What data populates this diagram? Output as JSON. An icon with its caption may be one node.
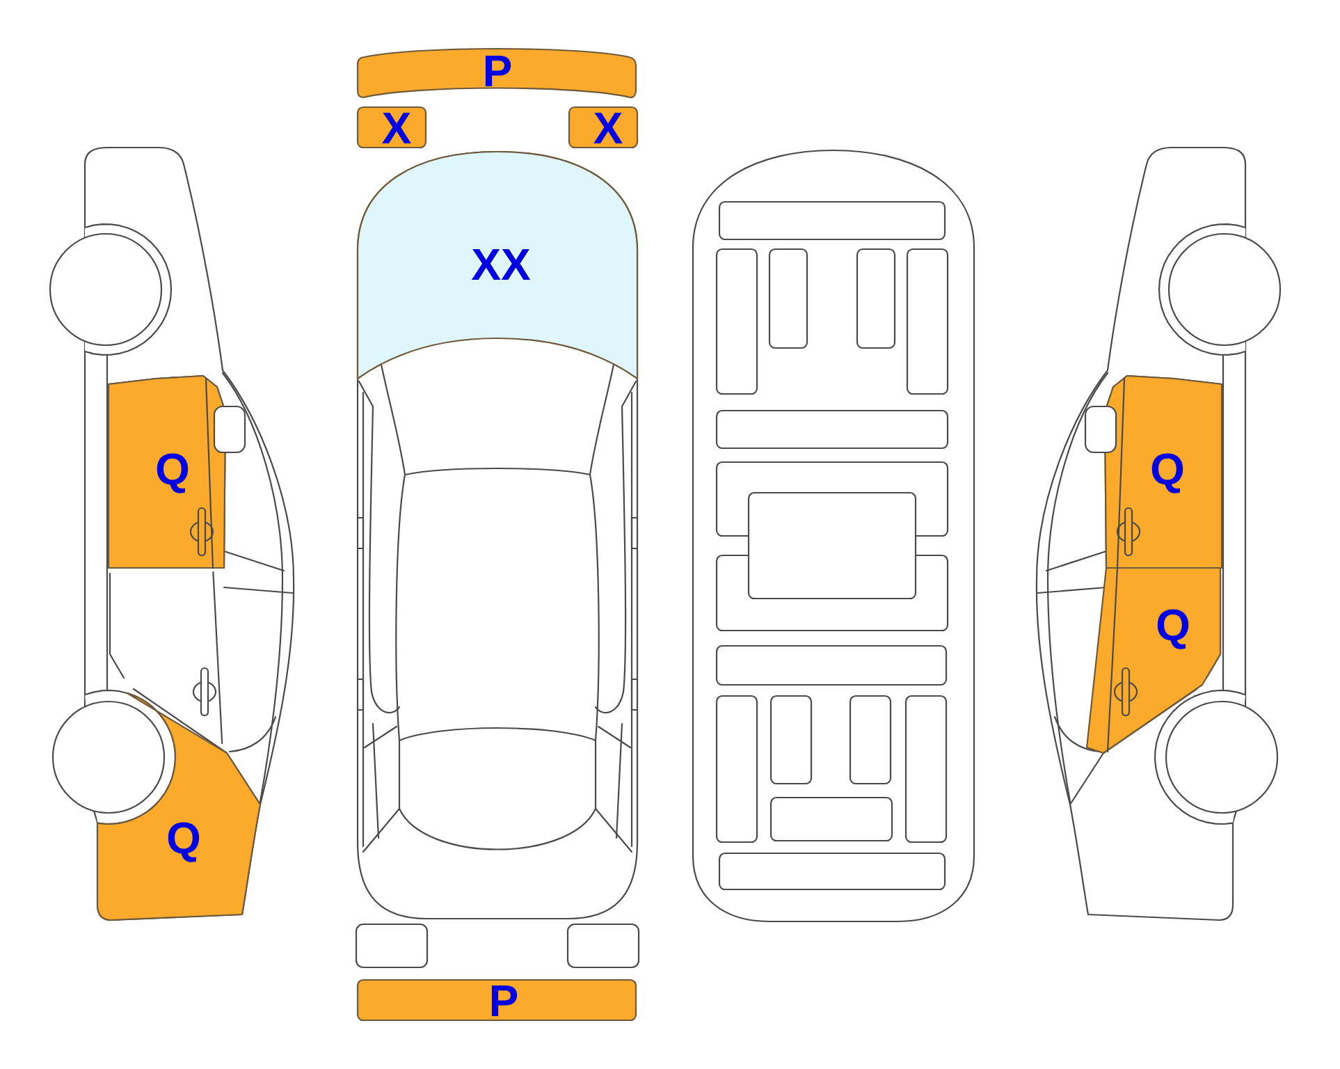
{
  "diagram": {
    "nodes": [
      {
        "text": [
          "P"
        ]
      },
      {
        "text": [
          "X"
        ]
      },
      {
        "text": [
          "X"
        ]
      },
      {
        "text": [
          "XX"
        ]
      },
      {
        "text": [
          "Q"
        ]
      },
      {
        "text": [
          "Q"
        ]
      },
      {
        "text": [
          "Q"
        ]
      },
      {
        "text": [
          "Q"
        ]
      },
      {
        "text": [
          "P"
        ]
      }
    ]
  }
}
